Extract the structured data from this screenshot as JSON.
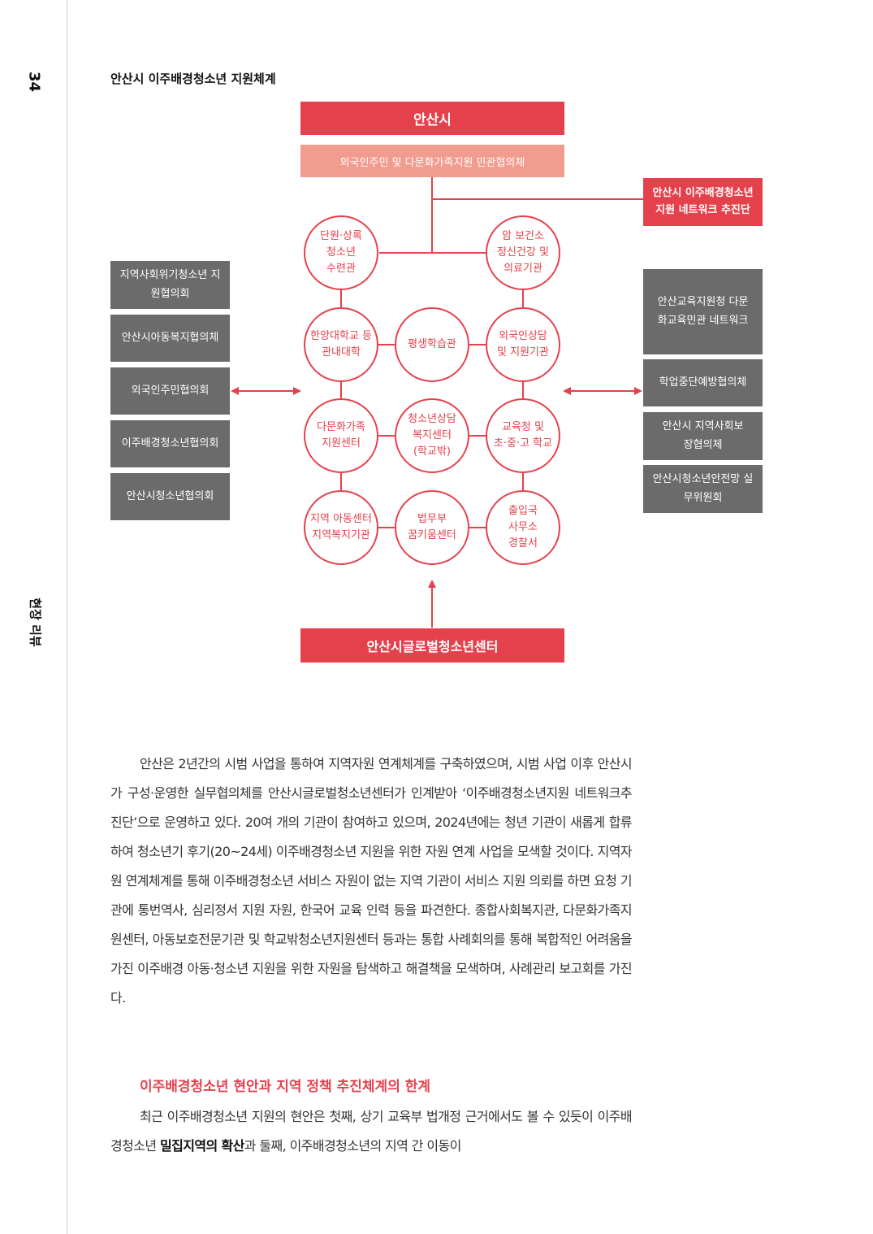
{
  "page_number": "34",
  "section_label": "현장 리뷰",
  "figure": {
    "title": "안산시 이주배경청소년 지원체계",
    "top_box": "안산시",
    "council_box": "외국인주민 및 다문화가족지원 민관협의체",
    "network_box": "안산시 이주배경청소년 지원 네트워크 추진단",
    "bottom_box": "안산시글로벌청소년센터",
    "circles": [
      "단원·상록\n청소년\n수련관",
      "암 보건소\n정신건강 및\n의료기관",
      "한양대학교 등\n관내대학",
      "평생학습관",
      "외국인상담\n및 지원기관",
      "다문화가족\n지원센터",
      "청소년상담\n복지센터\n(학교밖)",
      "교육청 및\n초·중·고 학교",
      "지역 아동센터\n지역복지기관",
      "법무부\n꿈키움센터",
      "출입국\n사무소\n경찰서"
    ],
    "left_boxes": [
      "지역사회위기청소년 지원협의회",
      "안산시아동복지협의체",
      "외국인주민협의회",
      "이주배경청소년협의회",
      "안산시청소년협의회"
    ],
    "right_boxes": [
      "안산교육지원청 다문화교육민관 네트워크",
      "학업중단예방협의체",
      "안산시 지역사회보장협의체",
      "안산시청소년안전망 실무위원회"
    ]
  },
  "paragraph1": "안산은 2년간의 시범 사업을 통하여 지역자원 연계체계를 구축하였으며, 시범 사업 이후 안산시가 구성·운영한 실무협의체를 안산시글로벌청소년센터가 인계받아 ‘이주배경청소년지원 네트워크추진단’으로 운영하고 있다. 20여 개의 기관이 참여하고 있으며, 2024년에는 청년 기관이 새롭게 합류하여 청소년기 후기(20~24세) 이주배경청소년 지원을 위한 자원 연계 사업을 모색할 것이다. 지역자원 연계체계를 통해 이주배경청소년 서비스 자원이 없는 지역 기관이 서비스 지원 의뢰를 하면 요청 기관에 통번역사, 심리정서 지원 자원, 한국어 교육 인력 등을 파견한다. 종합사회복지관, 다문화가족지원센터, 아동보호전문기관 및 학교밖청소년지원센터 등과는 통합 사례회의를 통해 복합적인 어려움을 가진 이주배경 아동·청소년 지원을 위한 자원을 탐색하고 해결책을 모색하며, 사례관리 보고회를 가진다.",
  "heading": "이주배경청소년 현안과 지역 정책 추진체계의 한계",
  "paragraph2_part1": "최근 이주배경청소년 지원의 현안은 첫째, 상기 교육부 법개정 근거에서도 볼 수 있듯이 이주배경청소년 ",
  "paragraph2_bold": "밀집지역의 확산",
  "paragraph2_part2": "과 둘째, 이주배경청소년의 지역 간 이동이"
}
